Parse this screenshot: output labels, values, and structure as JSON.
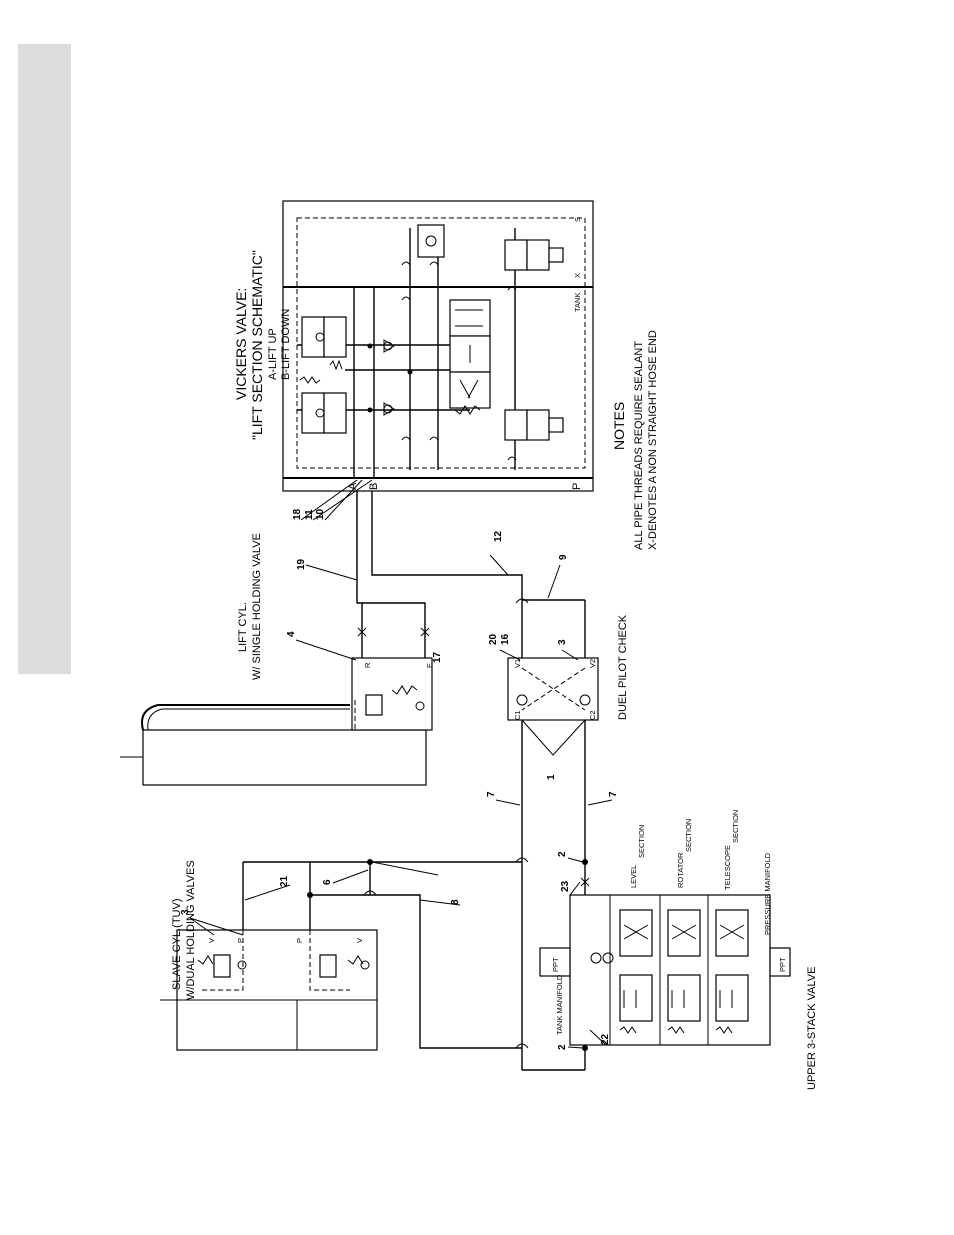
{
  "titles": {
    "vickers_line1": "VICKERS VALVE:",
    "vickers_line2": "\"LIFT SECTION SCHEMATIC\"",
    "vickers_line3": "A-LIFT UP",
    "vickers_line4": "B-LIFT DOWN",
    "lift_cyl_line1": "LIFT CYL.",
    "lift_cyl_line2": "W/ SINGLE HOLDING VALVE",
    "slave_cyl_line1": "SLAVE CYL.(TUV)",
    "slave_cyl_line2": "W/DUAL HOLDING VALVES",
    "pilot_check": "DUEL PILOT CHECK",
    "stack_valve": "UPPER 3-STACK VALVE"
  },
  "notes": {
    "heading": "NOTES",
    "line1": "ALL PIPE THREADS REQUIRE SEALANT",
    "line2": "X-DENOTES A NON STRAIGHT HOSE END"
  },
  "sections": {
    "level": "LEVEL",
    "rotator": "ROTATOR",
    "telescope": "TELESCOPE",
    "section_word": "SECTION",
    "tank_manifold": "TANK MANIFOLD",
    "pressure_manifold": "PRESSURE MANIFOLD",
    "ppt": "PPT"
  },
  "ports": {
    "a": "A",
    "b": "B",
    "p": "P",
    "t": "T",
    "tank": "TANK",
    "x": "X",
    "s": "S",
    "c1": "C1",
    "c2": "C2",
    "v1": "V1",
    "v2": "V2",
    "r": "R",
    "e": "E",
    "v": "V"
  },
  "callouts": [
    "1",
    "2",
    "2",
    "3",
    "3",
    "4",
    "6",
    "7",
    "7",
    "8",
    "9",
    "10",
    "11",
    "12",
    "16",
    "17",
    "18",
    "19",
    "20",
    "21",
    "22",
    "23"
  ]
}
